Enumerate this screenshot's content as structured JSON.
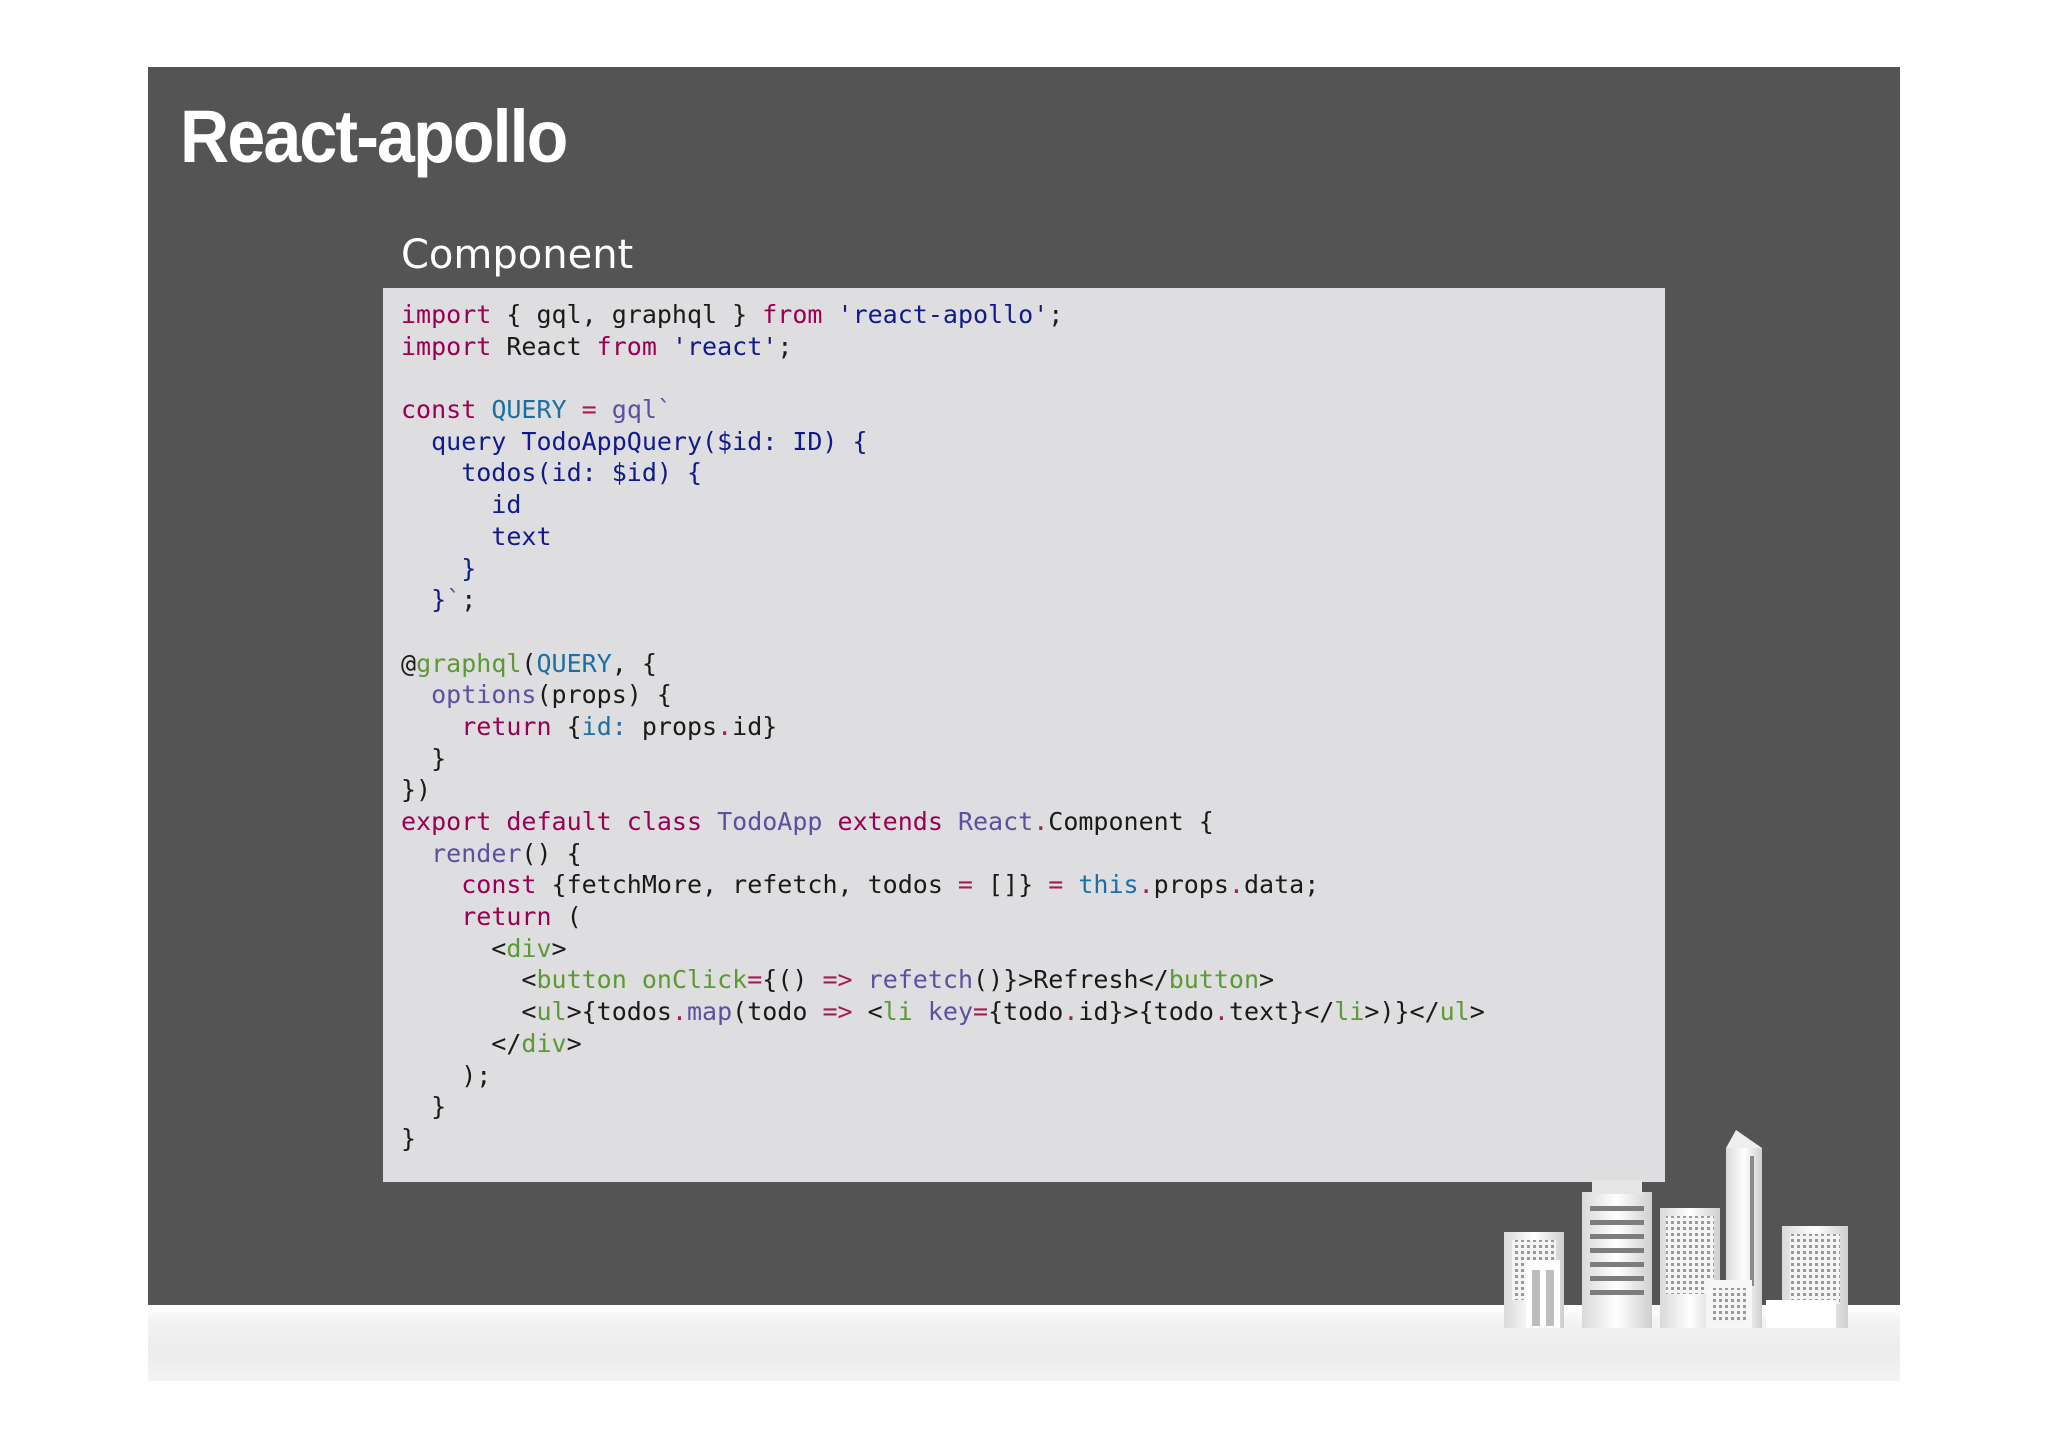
{
  "slide": {
    "title": "React-apollo",
    "subtitle": "Component"
  },
  "code": {
    "language": "javascript",
    "lines": [
      [
        {
          "t": "import",
          "c": "kw"
        },
        {
          "t": " { gql, graphql } ",
          "c": "p"
        },
        {
          "t": "from",
          "c": "kw"
        },
        {
          "t": " ",
          "c": "p"
        },
        {
          "t": "'react-apollo'",
          "c": "str"
        },
        {
          "t": ";",
          "c": "p"
        }
      ],
      [
        {
          "t": "import",
          "c": "kw"
        },
        {
          "t": " React ",
          "c": "p"
        },
        {
          "t": "from",
          "c": "kw"
        },
        {
          "t": " ",
          "c": "p"
        },
        {
          "t": "'react'",
          "c": "str"
        },
        {
          "t": ";",
          "c": "p"
        }
      ],
      [],
      [
        {
          "t": "const",
          "c": "kw"
        },
        {
          "t": " ",
          "c": "p"
        },
        {
          "t": "QUERY",
          "c": "var"
        },
        {
          "t": " ",
          "c": "p"
        },
        {
          "t": "=",
          "c": "op"
        },
        {
          "t": " ",
          "c": "p"
        },
        {
          "t": "gql`",
          "c": "fn"
        }
      ],
      [
        {
          "t": "  query TodoAppQuery($id: ID) {",
          "c": "str"
        }
      ],
      [
        {
          "t": "    todos(id: $id) {",
          "c": "str"
        }
      ],
      [
        {
          "t": "      id",
          "c": "str"
        }
      ],
      [
        {
          "t": "      text",
          "c": "str"
        }
      ],
      [
        {
          "t": "    }",
          "c": "str"
        }
      ],
      [
        {
          "t": "  }",
          "c": "str"
        },
        {
          "t": "`",
          "c": "fn"
        },
        {
          "t": ";",
          "c": "p"
        }
      ],
      [],
      [
        {
          "t": "@",
          "c": "p"
        },
        {
          "t": "graphql",
          "c": "tag"
        },
        {
          "t": "(",
          "c": "p"
        },
        {
          "t": "QUERY",
          "c": "var"
        },
        {
          "t": ", {",
          "c": "p"
        }
      ],
      [
        {
          "t": "  ",
          "c": "p"
        },
        {
          "t": "options",
          "c": "fn"
        },
        {
          "t": "(props) {",
          "c": "p"
        }
      ],
      [
        {
          "t": "    ",
          "c": "p"
        },
        {
          "t": "return",
          "c": "kw"
        },
        {
          "t": " {",
          "c": "p"
        },
        {
          "t": "id:",
          "c": "var"
        },
        {
          "t": " props",
          "c": "p"
        },
        {
          "t": ".",
          "c": "op"
        },
        {
          "t": "id}",
          "c": "p"
        }
      ],
      [
        {
          "t": "  }",
          "c": "p"
        }
      ],
      [
        {
          "t": "})",
          "c": "p"
        }
      ],
      [
        {
          "t": "export default class",
          "c": "kw"
        },
        {
          "t": " ",
          "c": "p"
        },
        {
          "t": "TodoApp",
          "c": "fn"
        },
        {
          "t": " ",
          "c": "p"
        },
        {
          "t": "extends",
          "c": "kw"
        },
        {
          "t": " ",
          "c": "p"
        },
        {
          "t": "React",
          "c": "fn"
        },
        {
          "t": ".",
          "c": "op"
        },
        {
          "t": "Component {",
          "c": "p"
        }
      ],
      [
        {
          "t": "  ",
          "c": "p"
        },
        {
          "t": "render",
          "c": "fn"
        },
        {
          "t": "() {",
          "c": "p"
        }
      ],
      [
        {
          "t": "    ",
          "c": "p"
        },
        {
          "t": "const",
          "c": "kw"
        },
        {
          "t": " {fetchMore, refetch, todos ",
          "c": "p"
        },
        {
          "t": "=",
          "c": "op"
        },
        {
          "t": " []} ",
          "c": "p"
        },
        {
          "t": "=",
          "c": "op"
        },
        {
          "t": " ",
          "c": "p"
        },
        {
          "t": "this",
          "c": "var"
        },
        {
          "t": ".",
          "c": "op"
        },
        {
          "t": "props",
          "c": "p"
        },
        {
          "t": ".",
          "c": "op"
        },
        {
          "t": "data;",
          "c": "p"
        }
      ],
      [
        {
          "t": "    ",
          "c": "p"
        },
        {
          "t": "return",
          "c": "kw"
        },
        {
          "t": " (",
          "c": "p"
        }
      ],
      [
        {
          "t": "      <",
          "c": "p"
        },
        {
          "t": "div",
          "c": "tag"
        },
        {
          "t": ">",
          "c": "p"
        }
      ],
      [
        {
          "t": "        <",
          "c": "p"
        },
        {
          "t": "button",
          "c": "tag"
        },
        {
          "t": " ",
          "c": "p"
        },
        {
          "t": "onClick",
          "c": "tag"
        },
        {
          "t": "=",
          "c": "op"
        },
        {
          "t": "{() ",
          "c": "p"
        },
        {
          "t": "=>",
          "c": "op"
        },
        {
          "t": " ",
          "c": "p"
        },
        {
          "t": "refetch",
          "c": "fn"
        },
        {
          "t": "()}>Refresh</",
          "c": "p"
        },
        {
          "t": "button",
          "c": "tag"
        },
        {
          "t": ">",
          "c": "p"
        }
      ],
      [
        {
          "t": "        <",
          "c": "p"
        },
        {
          "t": "ul",
          "c": "tag"
        },
        {
          "t": ">{todos",
          "c": "p"
        },
        {
          "t": ".",
          "c": "op"
        },
        {
          "t": "map",
          "c": "fn"
        },
        {
          "t": "(todo ",
          "c": "p"
        },
        {
          "t": "=>",
          "c": "op"
        },
        {
          "t": " <",
          "c": "p"
        },
        {
          "t": "li",
          "c": "tag"
        },
        {
          "t": " ",
          "c": "p"
        },
        {
          "t": "key",
          "c": "fn"
        },
        {
          "t": "=",
          "c": "op"
        },
        {
          "t": "{todo",
          "c": "p"
        },
        {
          "t": ".",
          "c": "op"
        },
        {
          "t": "id}>{todo",
          "c": "p"
        },
        {
          "t": ".",
          "c": "op"
        },
        {
          "t": "text}</",
          "c": "p"
        },
        {
          "t": "li",
          "c": "tag"
        },
        {
          "t": ">)}</",
          "c": "p"
        },
        {
          "t": "ul",
          "c": "tag"
        },
        {
          "t": ">",
          "c": "p"
        }
      ],
      [
        {
          "t": "      </",
          "c": "p"
        },
        {
          "t": "div",
          "c": "tag"
        },
        {
          "t": ">",
          "c": "p"
        }
      ],
      [
        {
          "t": "    );",
          "c": "p"
        }
      ],
      [
        {
          "t": "  }",
          "c": "p"
        }
      ],
      [
        {
          "t": "}",
          "c": "p"
        }
      ]
    ]
  },
  "decoration": {
    "skyline_icon": "city-skyline-icon"
  },
  "colors": {
    "slide_background": "#545454",
    "code_background": "#dedddf",
    "title_text": "#ffffff",
    "keyword": "#990055",
    "string": "#101a8a",
    "variable": "#1b6fa3",
    "function": "#5e4fa0",
    "tag": "#5b9a34"
  }
}
